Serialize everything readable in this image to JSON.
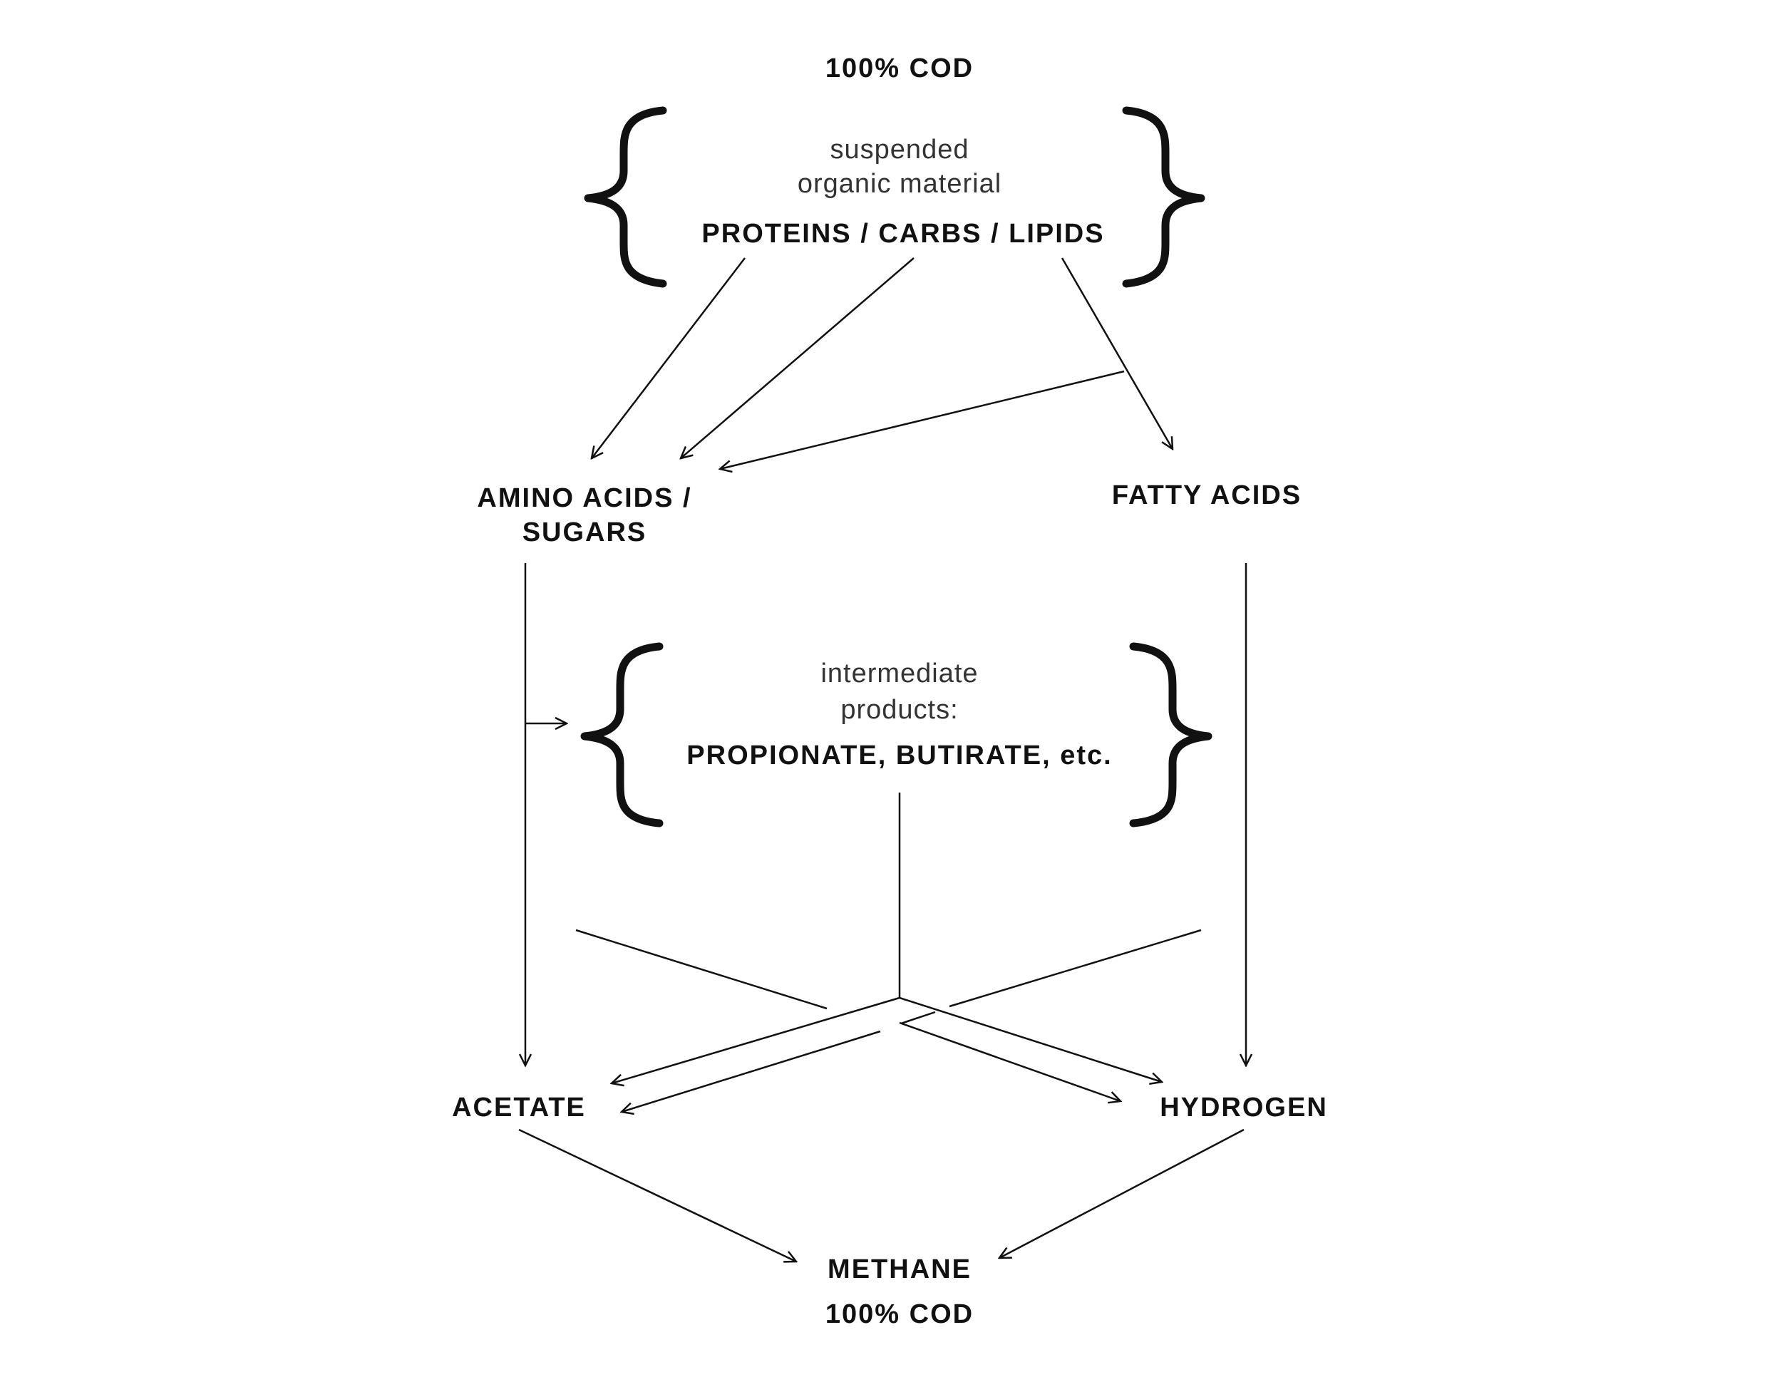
{
  "nodes": {
    "top_cod": "100% COD",
    "suspended_line1": "suspended",
    "suspended_line2": "organic material",
    "polymers": "PROTEINS / CARBS / LIPIDS",
    "amino_line1": "AMINO ACIDS /",
    "amino_line2": "SUGARS",
    "fatty_acids": "FATTY ACIDS",
    "intermediate_line1": "intermediate",
    "intermediate_line2": "products:",
    "intermediate_products": "PROPIONATE, BUTIRATE, etc.",
    "acetate": "ACETATE",
    "hydrogen": "HYDROGEN",
    "methane": "METHANE",
    "bottom_cod": "100% COD"
  },
  "colors": {
    "ink": "#111111",
    "background": "#ffffff"
  }
}
